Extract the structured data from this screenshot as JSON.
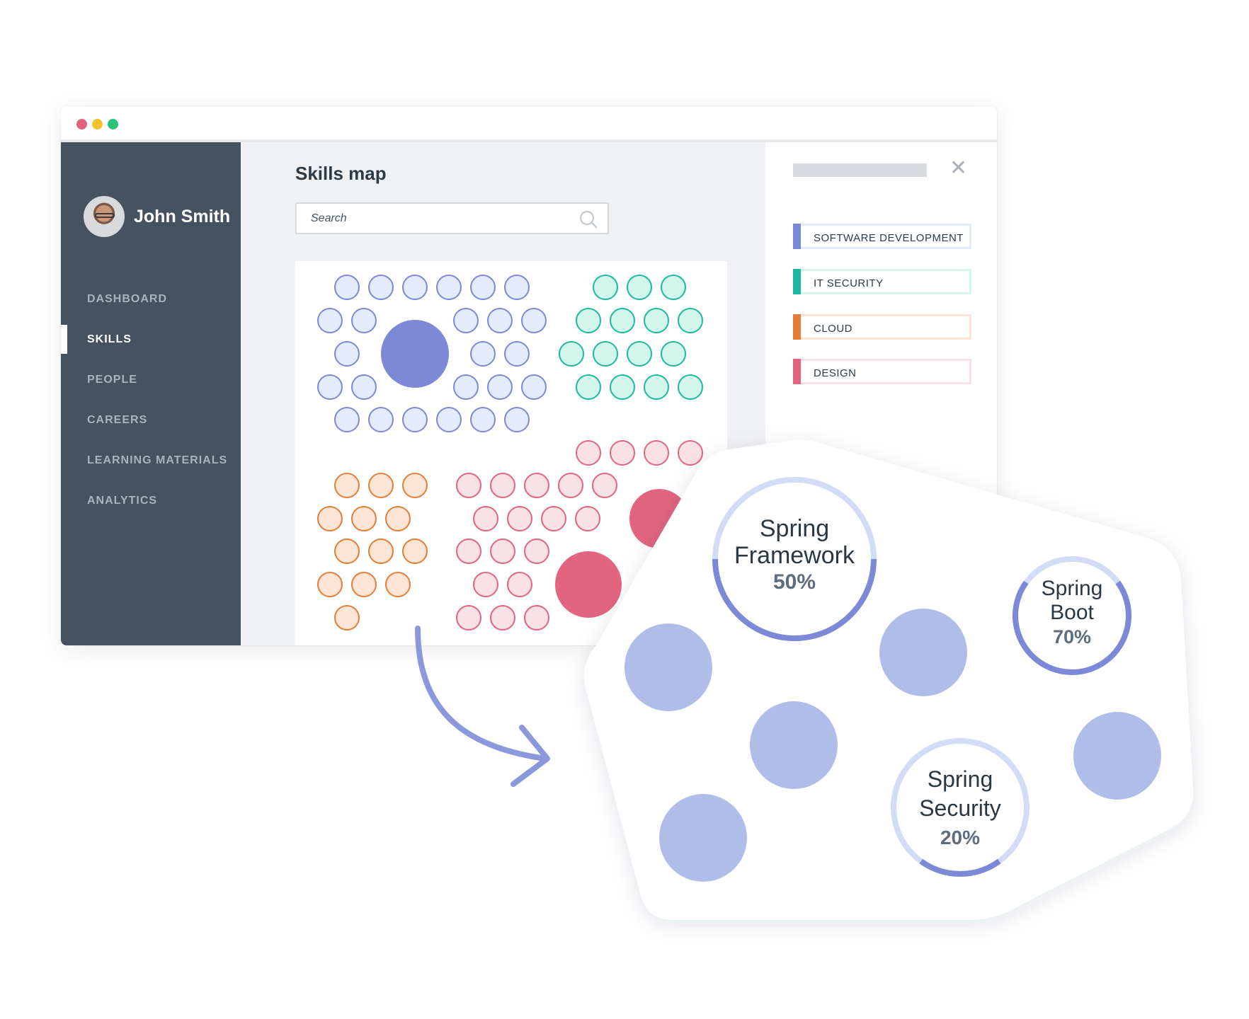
{
  "window": {
    "traffic_lights": [
      "#e0617c",
      "#f2c12e",
      "#2bc37a"
    ]
  },
  "user": {
    "name": "John Smith"
  },
  "nav": [
    {
      "label": "DASHBOARD",
      "active": false
    },
    {
      "label": "SKILLS",
      "active": true
    },
    {
      "label": "PEOPLE",
      "active": false
    },
    {
      "label": "CAREERS",
      "active": false
    },
    {
      "label": "LEARNING MATERIALS",
      "active": false
    },
    {
      "label": "ANALYTICS",
      "active": false
    }
  ],
  "main": {
    "title": "Skills map",
    "search": {
      "placeholder": "Search",
      "value": ""
    }
  },
  "categories": [
    {
      "label": "SOFTWARE DEVELOPMENT",
      "color": "#7b89d6",
      "tint": "#e4ecfb"
    },
    {
      "label": "IT SECURITY",
      "color": "#1ab9a0",
      "tint": "#d3f5ea"
    },
    {
      "label": "CLOUD",
      "color": "#e37d37",
      "tint": "#fde5d6"
    },
    {
      "label": "DESIGN",
      "color": "#e2657f",
      "tint": "#f9e1e6"
    }
  ],
  "skills": [
    {
      "line1": "Spring",
      "line2": "Framework",
      "progress_label": "50%",
      "progress": 0.5
    },
    {
      "line1": "Spring",
      "line2": "Boot",
      "progress_label": "70%",
      "progress": 0.7
    },
    {
      "line1": "Spring",
      "line2": "Security",
      "progress_label": "20%",
      "progress": 0.2
    }
  ],
  "icons": {
    "search": "search-icon",
    "close": "close-icon",
    "arrow": "curved-arrow-icon"
  }
}
